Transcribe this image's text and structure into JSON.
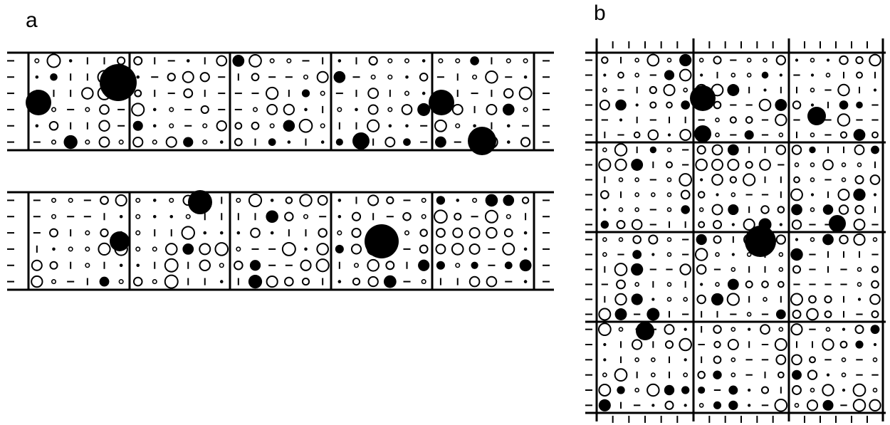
{
  "panels": [
    {
      "label": "a",
      "rows": 2,
      "cells_per_row": 5,
      "subgrid": 6
    },
    {
      "label": "b",
      "rows": 4,
      "cells_per_row": 3,
      "subgrid": 6
    }
  ],
  "colors": {
    "ink": "#000000",
    "paper": "#ffffff"
  },
  "marker_kinds": [
    "open-circle",
    "filled-circle",
    "dot",
    "dash",
    "tick"
  ]
}
